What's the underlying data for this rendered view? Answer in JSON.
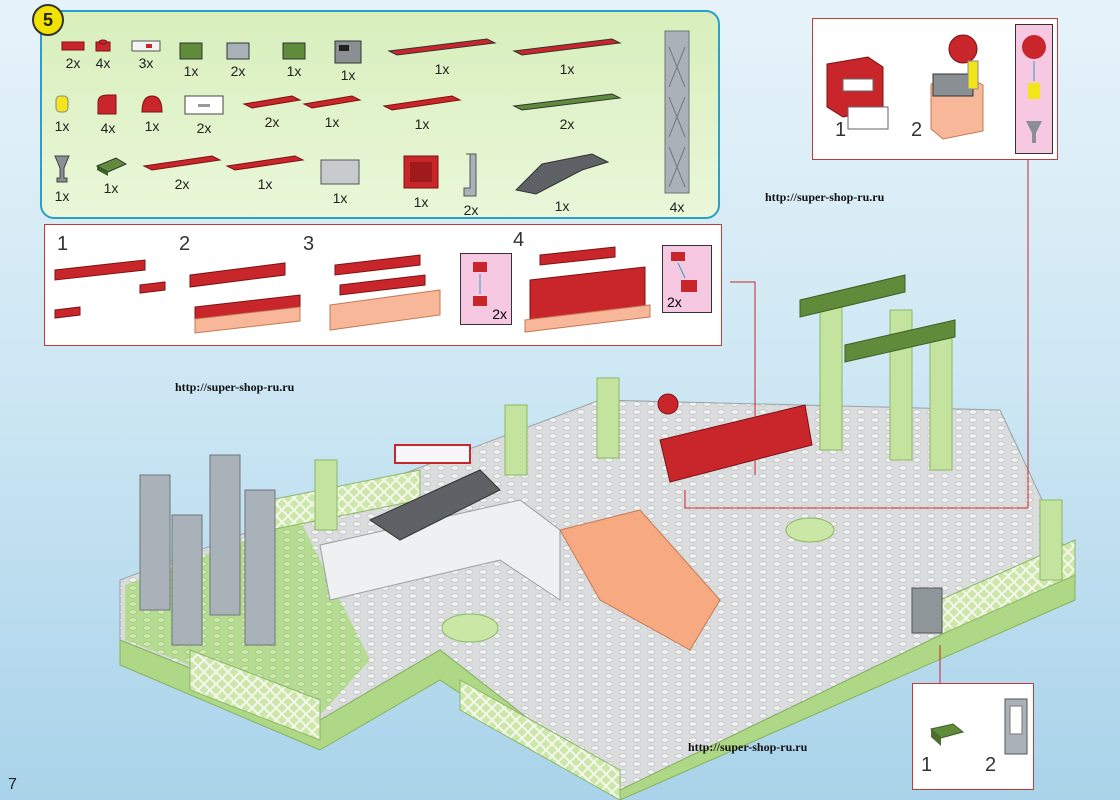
{
  "step_number": "5",
  "page_number": "7",
  "watermarks": [
    "http://super-shop-ru.ru",
    "http://super-shop-ru.ru",
    "http://super-shop-ru.ru"
  ],
  "parts": [
    {
      "qty": "2x",
      "color": "#c9262b",
      "kind": "plate2"
    },
    {
      "qty": "4x",
      "color": "#c9262b",
      "kind": "plate1"
    },
    {
      "qty": "3x",
      "color": "#f4f4f4",
      "kind": "tile"
    },
    {
      "qty": "1x",
      "color": "#5f8b3b",
      "kind": "brick2"
    },
    {
      "qty": "2x",
      "color": "#a9b2b8",
      "kind": "brick1"
    },
    {
      "qty": "1x",
      "color": "#5f8b3b",
      "kind": "corner"
    },
    {
      "qty": "1x",
      "color": "#8a8f93",
      "kind": "phone"
    },
    {
      "qty": "1x",
      "color": "#c9262b",
      "kind": "plate8"
    },
    {
      "qty": "1x",
      "color": "#c9262b",
      "kind": "plate8"
    },
    {
      "qty": "1x",
      "color": "#a9b2b8",
      "kind": "girder"
    },
    {
      "qty": "1x",
      "color": "#f2e61b",
      "kind": "round"
    },
    {
      "qty": "4x",
      "color": "#c9262b",
      "kind": "curve"
    },
    {
      "qty": "1x",
      "color": "#c9262b",
      "kind": "dome"
    },
    {
      "qty": "2x",
      "color": "#ffffff",
      "kind": "drawer"
    },
    {
      "qty": "2x",
      "color": "#c9262b",
      "kind": "plate4"
    },
    {
      "qty": "1x",
      "color": "#c9262b",
      "kind": "plate4"
    },
    {
      "qty": "1x",
      "color": "#c9262b",
      "kind": "plate6"
    },
    {
      "qty": "2x",
      "color": "#5f8b3b",
      "kind": "plate8"
    },
    {
      "qty": "1x",
      "color": "#8a8f93",
      "kind": "goblet"
    },
    {
      "qty": "1x",
      "color": "#5f8b3b",
      "kind": "slope"
    },
    {
      "qty": "2x",
      "color": "#c9262b",
      "kind": "plate6"
    },
    {
      "qty": "1x",
      "color": "#c9262b",
      "kind": "tile4"
    },
    {
      "qty": "1x",
      "color": "#c7cbcd",
      "kind": "brick4"
    },
    {
      "qty": "1x",
      "color": "#c9262b",
      "kind": "cabinet"
    },
    {
      "qty": "2x",
      "color": "#a9b2b8",
      "kind": "bracket"
    },
    {
      "qty": "1x",
      "color": "#5e6266",
      "kind": "arch"
    },
    {
      "qty": "4x",
      "color": "#a9b2b8",
      "kind": "tower"
    }
  ],
  "sofa_steps": [
    "1",
    "2",
    "3",
    "4"
  ],
  "sofa_step_qty": [
    "2x",
    "2x"
  ],
  "fridge_steps": [
    "1",
    "2"
  ],
  "chair_steps": [
    "1",
    "2"
  ]
}
